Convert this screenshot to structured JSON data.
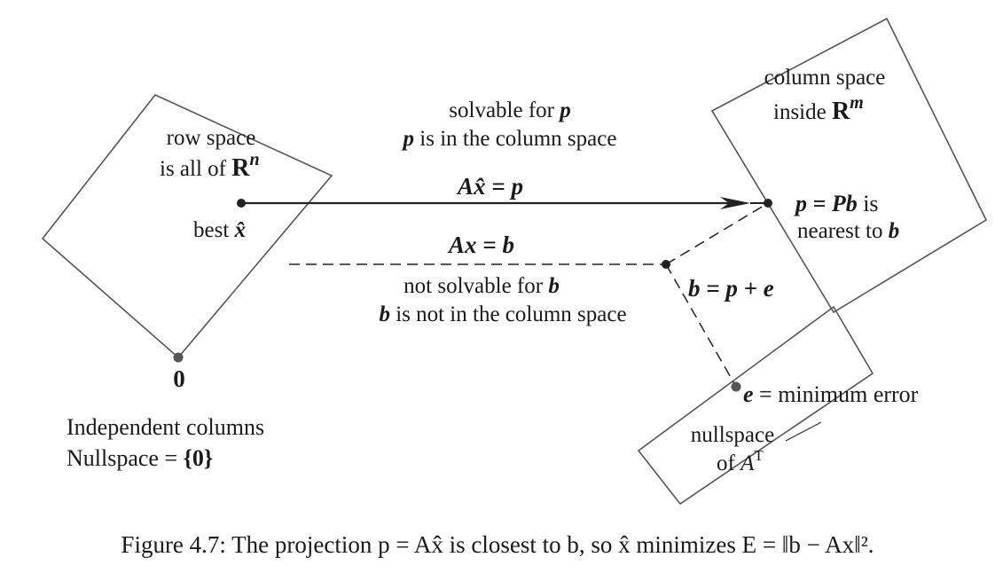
{
  "row_space": {
    "line1": "row space",
    "line2_prefix": "is all of ",
    "line2_bold": "R",
    "line2_sup": "n",
    "best_prefix": "best ",
    "best_symbol": "x̂"
  },
  "origin": {
    "label": "0"
  },
  "independent": {
    "line1": "Independent columns",
    "line2_prefix": "Nullspace = ",
    "line2_set": "{0}"
  },
  "solvable": {
    "line1_prefix": "solvable for ",
    "line1_var": "p",
    "line2_var": "p",
    "line2_suffix": " is in the column space",
    "equation": "Ax̂ = p"
  },
  "not_solvable": {
    "equation": "Ax = b",
    "line1_prefix": "not solvable for ",
    "line1_var": "b",
    "line2_var": "b",
    "line2_suffix": " is not in the column space"
  },
  "column_space": {
    "line1": "column space",
    "line2_prefix": "inside ",
    "line2_bold": "R",
    "line2_sup": "m"
  },
  "p_point": {
    "line1_eq": "p = Pb",
    "line1_suffix": " is",
    "line2_prefix": "nearest to ",
    "line2_var": "b"
  },
  "b_point": {
    "equation": "b = p + e"
  },
  "e_point": {
    "var": "e",
    "suffix": " = minimum error"
  },
  "nullspace": {
    "line1": "nullspace",
    "line2_prefix": "of ",
    "line2_var": "A",
    "line2_sup": "T"
  },
  "caption": {
    "text": "Figure 4.7: The projection p = Ax̂ is closest to b, so x̂ minimizes E = ‖b − Ax‖²."
  }
}
